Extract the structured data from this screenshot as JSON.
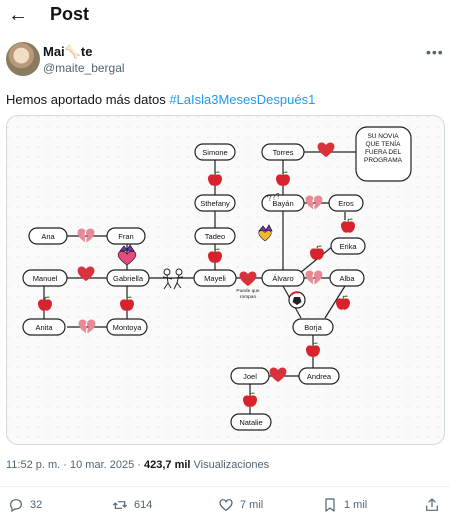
{
  "header": {
    "back_icon": "arrow-left-icon",
    "title": "Post"
  },
  "author": {
    "name": "Mai",
    "name_emojis": "🦴",
    "name_tail": "te",
    "handle": "@maite_bergal"
  },
  "post": {
    "text": "Hemos aportado más datos",
    "hashtag": "#LaIsla3MesesDespués1"
  },
  "diagram": {
    "nodes": {
      "simone": "Simone",
      "sthefany": "Sthefany",
      "tadeo": "Tadeo",
      "mayeli": "Mayeli",
      "torres": "Torres",
      "bayan": "Bayán",
      "eros": "Eros",
      "erika": "Erika",
      "alvaro": "Álvaro",
      "alba": "Alba",
      "borja": "Borja",
      "andrea": "Andrea",
      "joel": "Joel",
      "natalie": "Natalie",
      "ana": "Ana",
      "fran": "Fran",
      "manuel": "Manuel",
      "gabriella": "Gabriella",
      "anita": "Anita",
      "montoya": "Montoya"
    },
    "note_bubble": "SU NOVIA QUE TENÍA FUERA DEL PROGRAMA",
    "note_bubble_lines": [
      "SU NOVIA",
      "QUE TENÍA",
      "FUERA DEL",
      "PROGRAMA"
    ],
    "heart_label": "Puede que rompan",
    "heart_label_lines": [
      "Puede que",
      "rompan"
    ],
    "question_marks": "???"
  },
  "meta": {
    "time": "11:52 p. m.",
    "sep": " · ",
    "date": "10 mar. 2025",
    "views_count": "423,7 mil",
    "views_label": "Visualizaciones"
  },
  "actions": {
    "replies": "32",
    "reposts": "614",
    "likes": "7 mil",
    "bookmarks": "1 mil"
  },
  "colors": {
    "accent": "#1d9bf0",
    "heart": "#d8333d",
    "broken_heart": "#e88a95",
    "apple": "#d8222c"
  }
}
